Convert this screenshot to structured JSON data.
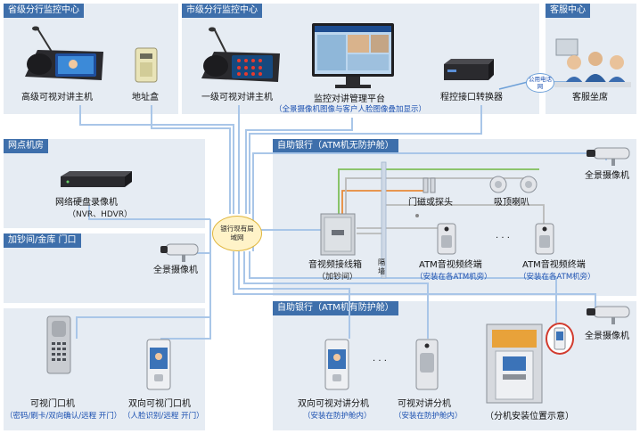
{
  "sections": {
    "province": "省级分行监控中心",
    "city": "市级分行监控中心",
    "service": "客服中心",
    "outlet": "网点机房",
    "cashroom": "加钞间/金库 门口",
    "atm_open": "自助银行（ATM机无防护舱）",
    "atm_cabin": "自助银行（ATM机有防护舱）"
  },
  "devices": {
    "hd_intercom_host": "高级可视对讲主机",
    "address_box": "地址盒",
    "level1_intercom_host": "一级可视对讲主机",
    "platform": "监控对讲管理平台",
    "platform_note": "（全景摄像机图像与客户人脸图像叠加显示）",
    "pbx_converter": "程控接口转换器",
    "pstn": "公用电话网",
    "agent_seat": "客服坐席",
    "nvr": "网络硬盘录像机",
    "nvr_note": "（NVR、HDVR）",
    "camera_cash": "全景摄像机",
    "door_unit": "可视门口机",
    "door_unit_note": "（密码/刷卡/双向确认/远程 开门）",
    "bidir_door_unit": "双向可视门口机",
    "bidir_door_unit_note": "（人脸识别/远程 开门）",
    "lan": "银行现有局域网",
    "camera_atm_open": "全景摄像机",
    "door_probe": "门磁或探头",
    "ceiling_speaker": "吸顶喇叭",
    "av_box": "音视频接线箱",
    "av_box_note": "（加钞间）",
    "wall": "隔墙",
    "atm_av_terminal_1": "ATM音视频终端",
    "atm_av_terminal_1_note": "（安装在各ATM机旁）",
    "atm_av_terminal_2": "ATM音视频终端",
    "atm_av_terminal_2_note": "（安装在各ATM机旁）",
    "camera_atm_cabin": "全景摄像机",
    "bidir_sub_unit": "双向可视对讲分机",
    "bidir_sub_unit_note": "（安装在防护舱内）",
    "sub_unit": "可视对讲分机",
    "sub_unit_note": "（安装在防护舱内）",
    "cabin_position": "（分机安装位置示意）",
    "ellipsis_1": "· · ·",
    "ellipsis_2": "· · ·"
  },
  "colors": {
    "panel_bg": "#e6ecf3",
    "title_bg": "#3e6fab",
    "wire_blue": "#a9c6e8",
    "wire_green": "#7fbf5a",
    "wire_orange": "#e88a3a",
    "wire_gray": "#b9b9b9",
    "note_blue": "#1a4fb0"
  }
}
